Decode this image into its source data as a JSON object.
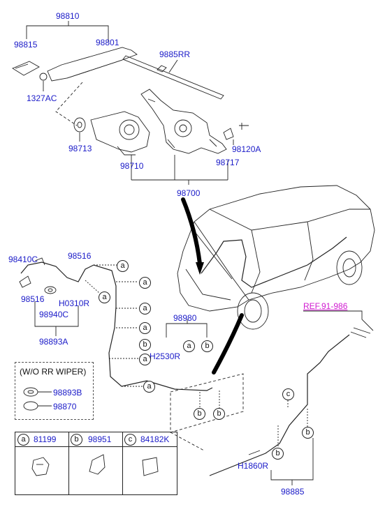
{
  "labels": {
    "p98810": "98810",
    "p98815": "98815",
    "p98801": "98801",
    "p9885RR": "9885RR",
    "p1327AC": "1327AC",
    "p98713": "98713",
    "p98710": "98710",
    "p98717": "98717",
    "p98120A": "98120A",
    "p98700": "98700",
    "p98410C": "98410C",
    "p98516a": "98516",
    "p98516b": "98516",
    "pH0310R": "H0310R",
    "p98940C": "98940C",
    "p98893A": "98893A",
    "p98980": "98980",
    "pH2530R": "H2530R",
    "ref": "REF.91-986",
    "pH1860R": "H1860R",
    "p98885": "98885",
    "wo_title": "(W/O RR WIPER)",
    "p98893B": "98893B",
    "p98870": "98870"
  },
  "legend": [
    {
      "letter": "a",
      "code": "81199"
    },
    {
      "letter": "b",
      "code": "98951"
    },
    {
      "letter": "c",
      "code": "84182K"
    }
  ],
  "callout_letters": {
    "a": "a",
    "b": "b",
    "c": "c"
  }
}
